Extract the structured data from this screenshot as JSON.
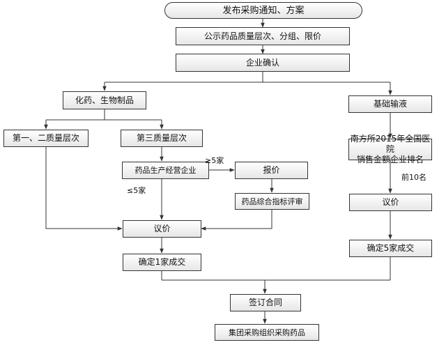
{
  "nodes": {
    "start": "发布采购通知、方案",
    "publish": "公示药品质量层次、分组、限价",
    "confirm": "企业确认",
    "chem_bio": "化药、生物制品",
    "basic_infusion": "基础输液",
    "level12": "第一、二质量层次",
    "level3": "第三质量层次",
    "producer": "药品生产经营企业",
    "quote": "报价",
    "review": "药品综合指标评审",
    "ranking_line1": "南方所2015年全国医院",
    "ranking_line2": "销售金额企业排名",
    "negotiate_left": "议价",
    "negotiate_right": "议价",
    "deal1": "确定1家成交",
    "deal5": "确定5家成交",
    "contract": "签订合同",
    "group_purchase": "集团采购组织采购药品"
  },
  "labels": {
    "ge5": "≥5家",
    "le5": "≤5家",
    "top10": "前10名"
  }
}
